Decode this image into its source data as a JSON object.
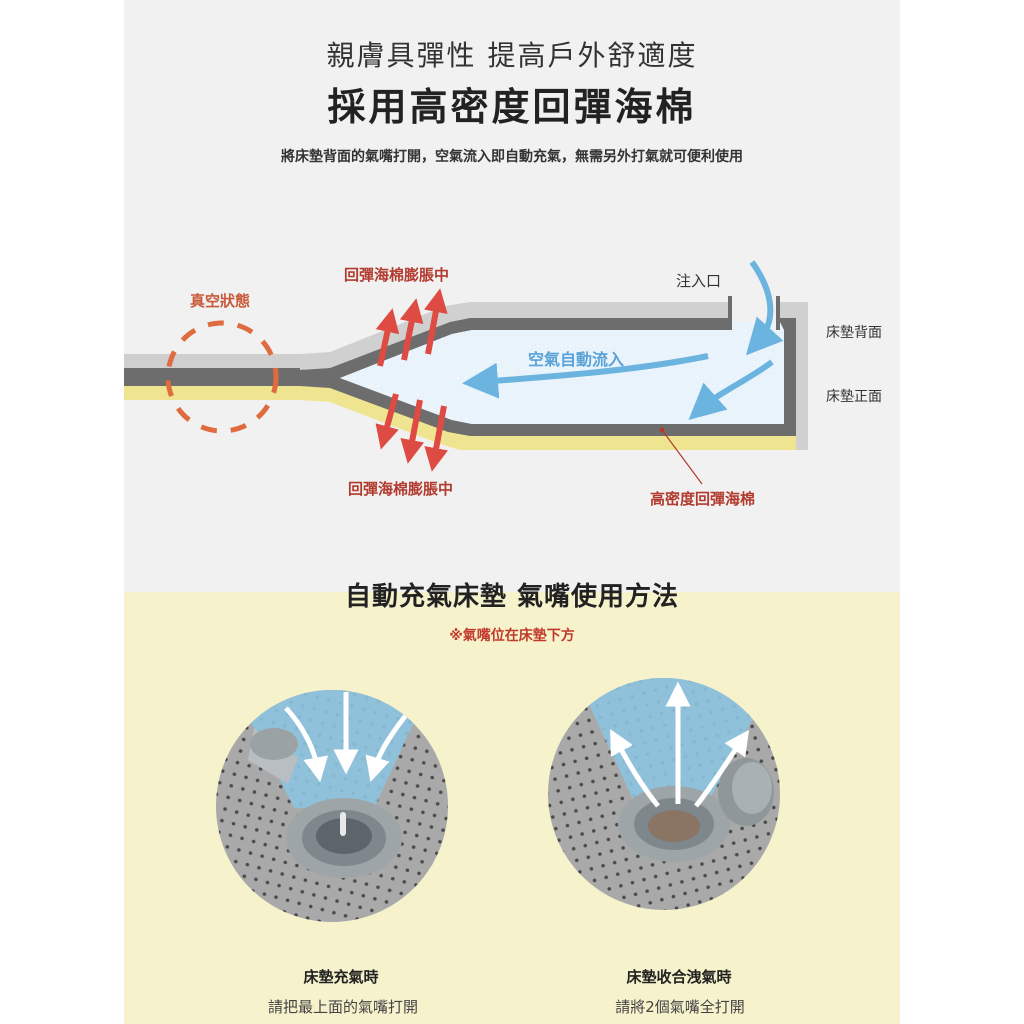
{
  "header": {
    "title": "親膚具彈性 提高戶外舒適度",
    "headline": "採用高密度回彈海棉",
    "description": "將床墊背面的氣嘴打開，空氣流入即自動充氣，無需另外打氣就可便利使用"
  },
  "diagram": {
    "vacuum_label": "真空狀態",
    "expand_top_label": "回彈海棉膨脹中",
    "expand_bottom_label": "回彈海棉膨脹中",
    "inlet_label": "注入口",
    "air_flow_label": "空氣自動流入",
    "back_label": "床墊背面",
    "front_label": "床墊正面",
    "foam_label": "高密度回彈海棉",
    "colors": {
      "foam": "#e8f3fb",
      "air_arrow": "#6cb4e0",
      "expand_arrow": "#dd4b42",
      "vacuum_circle": "#e06b3f",
      "front_layer": "#efe591",
      "back_layer": "#6d6d6d"
    }
  },
  "usage": {
    "title": "自動充氣床墊 氣嘴使用方法",
    "note": "※氣嘴位在床墊下方",
    "items": [
      {
        "title": "床墊充氣時",
        "desc": "請把最上面的氣嘴打開"
      },
      {
        "title": "床墊收合洩氣時",
        "desc": "請將2個氣嘴全打開"
      }
    ]
  }
}
